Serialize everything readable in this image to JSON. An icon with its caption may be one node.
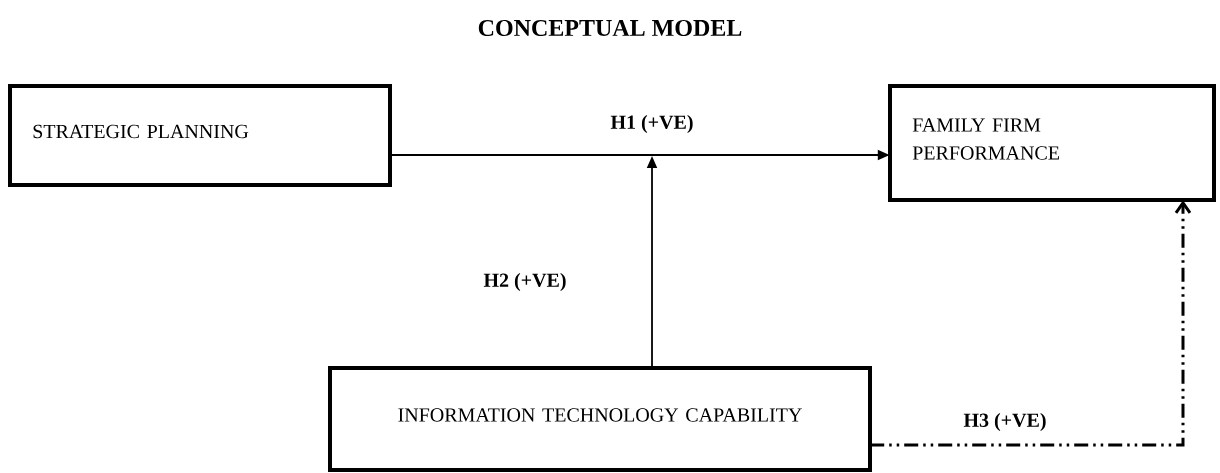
{
  "diagram": {
    "title": "CONCEPTUAL MODEL",
    "nodes": [
      {
        "text": [
          "STRATEGIC PLANNING"
        ]
      },
      {
        "text": [
          "FAMILY FIRM PERFORMANCE"
        ]
      },
      {
        "text": [
          "INFORMATION TECHNOLOGY CAPABILITY"
        ]
      }
    ],
    "edges": [
      {
        "from": 0,
        "to": 1,
        "arrow": "to",
        "label": "H1 (+VE)"
      },
      {
        "from": 2,
        "to": null,
        "arrow": "to",
        "label": "H2 (+VE)"
      },
      {
        "from": 2,
        "to": 1,
        "arrow": "to",
        "label": "H3 (+VE)",
        "style": "dashed"
      }
    ]
  }
}
